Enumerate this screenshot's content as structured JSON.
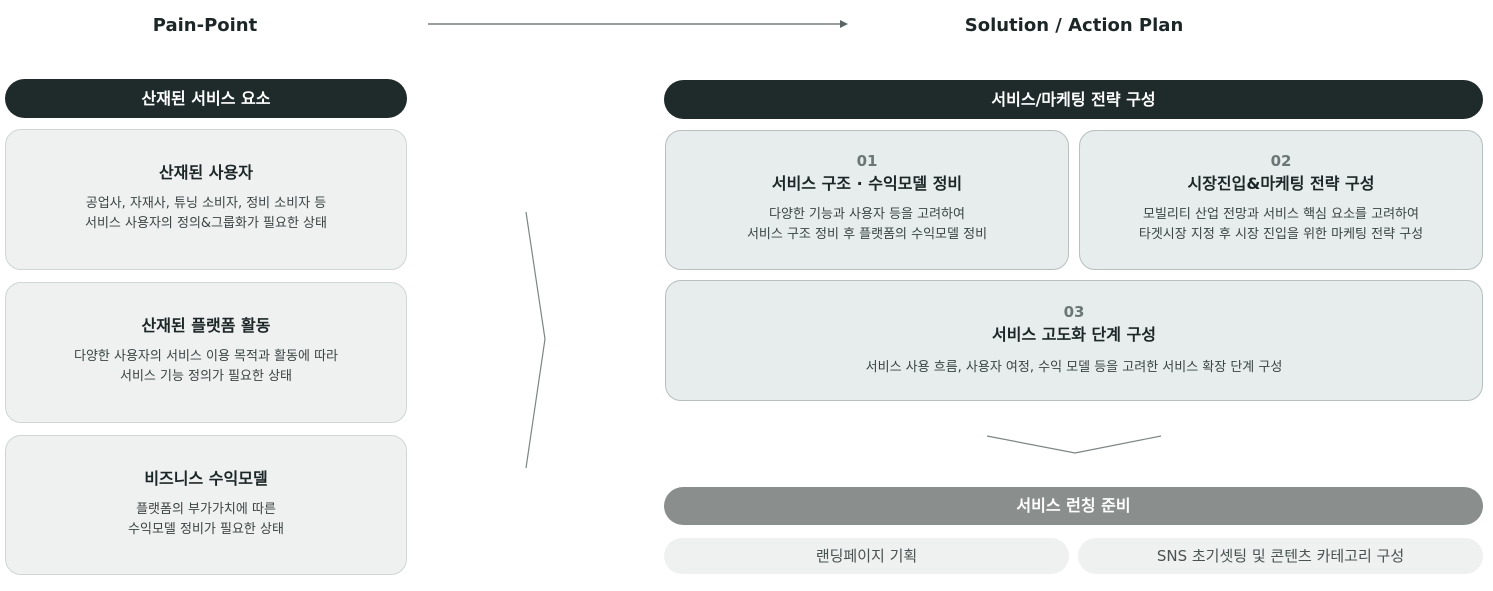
{
  "header": {
    "left_title": "Pain-Point",
    "right_title": "Solution / Action Plan"
  },
  "left": {
    "bar_label": "산재된 서비스 요소",
    "cards": [
      {
        "title": "산재된 사용자",
        "desc": "공업사, 자재사, 튜닝 소비자, 정비 소비자 등\n서비스 사용자의 정의&그룹화가 필요한 상태"
      },
      {
        "title": "산재된 플랫폼 활동",
        "desc": "다양한 사용자의 서비스 이용 목적과 활동에 따라\n서비스 기능 정의가 필요한 상태"
      },
      {
        "title": "비즈니스 수익모델",
        "desc": "플랫폼의 부가가치에 따른\n수익모델 정비가 필요한 상태"
      }
    ]
  },
  "right": {
    "bar_label": "서비스/마케팅 전략 구성",
    "cards": [
      {
        "num": "01",
        "title": "서비스 구조 · 수익모델 정비",
        "desc": "다양한 기능과 사용자 등을 고려하여\n서비스 구조 정비 후 플랫폼의 수익모델 정비"
      },
      {
        "num": "02",
        "title": "시장진입&마케팅 전략 구성",
        "desc": "모빌리티 산업 전망과 서비스 핵심 요소를 고려하여\n타겟시장 지정 후 시장 진입을 위한 마케팅 전략 구성"
      },
      {
        "num": "03",
        "title": "서비스 고도화 단계 구성",
        "desc": "서비스 사용 흐름, 사용자 여정, 수익 모델 등을 고려한 서비스 확장 단계 구성"
      }
    ],
    "launch_label": "서비스 런칭 준비",
    "launch_items": [
      "랜딩페이지 기획",
      "SNS 초기셋팅 및 콘텐츠 카테고리 구성"
    ]
  }
}
